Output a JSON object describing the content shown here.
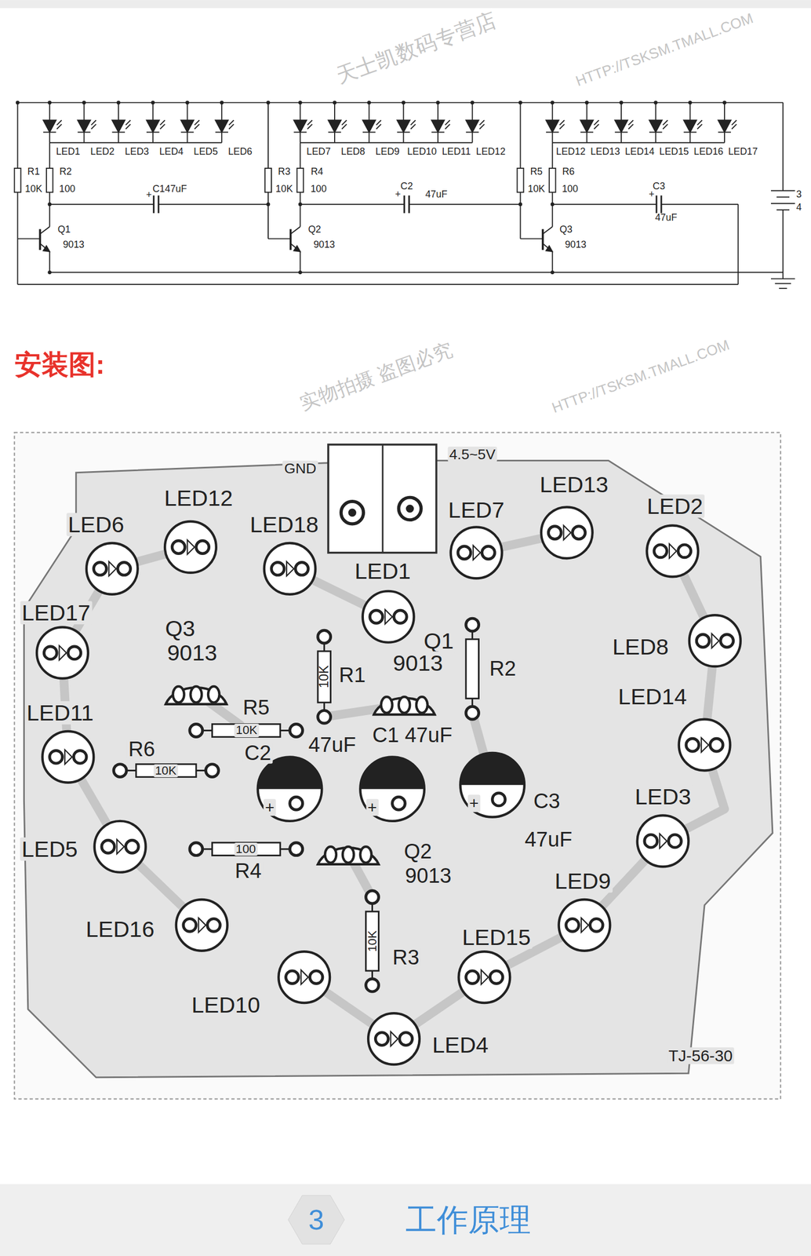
{
  "diagram": {
    "title": "安装图:",
    "nodes": [
      {
        "text": [
          "3",
          "工作原理"
        ]
      }
    ],
    "labels": [
      "LED1",
      "LED2",
      "LED3",
      "LED4",
      "LED5",
      "LED6",
      "LED7",
      "LED8",
      "LED9",
      "LED10",
      "LED11",
      "LED12",
      "LED12",
      "LED13",
      "LED14",
      "LED15",
      "LED16",
      "LED17",
      "R1",
      "10K",
      "R2",
      "100",
      "C147uF",
      "+",
      "R3",
      "10K",
      "R4",
      "100",
      "C2",
      "+",
      "47uF",
      "R5",
      "10K",
      "R6",
      "100",
      "C3",
      "+",
      "47uF",
      "Q1",
      "9013",
      "Q2",
      "9013",
      "Q3",
      "9013",
      "3",
      "4",
      "GND",
      "4.5~5V",
      "LED12",
      "LED6",
      "LED18",
      "LED7",
      "LED13",
      "LED2",
      "LED1",
      "LED17",
      "Q3",
      "9013",
      "Q1",
      "9013",
      "R1",
      "10K",
      "R2",
      "LED8",
      "LED14",
      "LED11",
      "R5",
      "10K",
      "R6",
      "10K",
      "C2",
      "47uF",
      "C1 47uF",
      "C3",
      "47uF",
      "+",
      "+",
      "+",
      "LED3",
      "LED5",
      "100",
      "R4",
      "Q2",
      "9013",
      "LED9",
      "LED16",
      "LED15",
      "R3",
      "10K",
      "LED10",
      "LED4",
      "TJ-56-30",
      "天士凯数码专营店",
      "HTTP://TSKSM.TMALL.COM",
      "实物拍摄 盗图必究",
      "HTTP://TSKSM.TMALL.COM"
    ]
  }
}
